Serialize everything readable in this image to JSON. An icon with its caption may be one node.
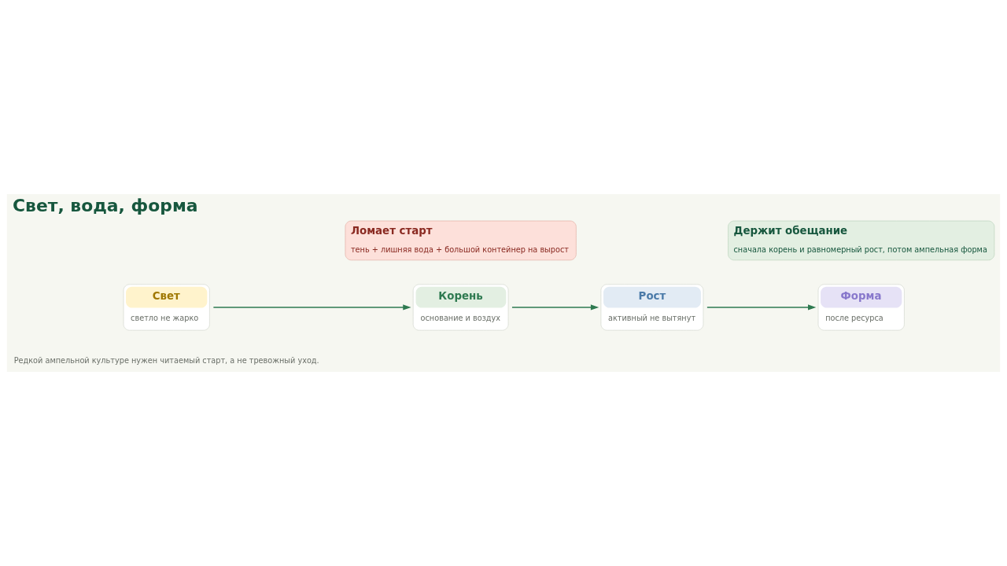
{
  "diagram": {
    "title": "Свет, вода, форма",
    "nodes": [
      {
        "text": [
          "Свет",
          "светло не жарко"
        ]
      },
      {
        "text": [
          "Корень",
          "основание и воздух"
        ]
      },
      {
        "text": [
          "Рост",
          "активный не вытянут"
        ]
      },
      {
        "text": [
          "Форма",
          "после ресурса"
        ]
      },
      {
        "text": [
          "Ломает старт",
          "тень + лишняя вода + большой контейнер на вырост"
        ]
      },
      {
        "text": [
          "Держит обещание",
          "сначала корень и равномерный рост, потом ампельная форма"
        ]
      }
    ],
    "edges": [
      {
        "from": 0,
        "to": 1,
        "arrow": "to"
      },
      {
        "from": 1,
        "to": 2,
        "arrow": "to"
      },
      {
        "from": 2,
        "to": 3,
        "arrow": "to"
      }
    ],
    "labels": [
      "Редкой ампельной культуре нужен читаемый старт, а не тревожный уход."
    ]
  }
}
